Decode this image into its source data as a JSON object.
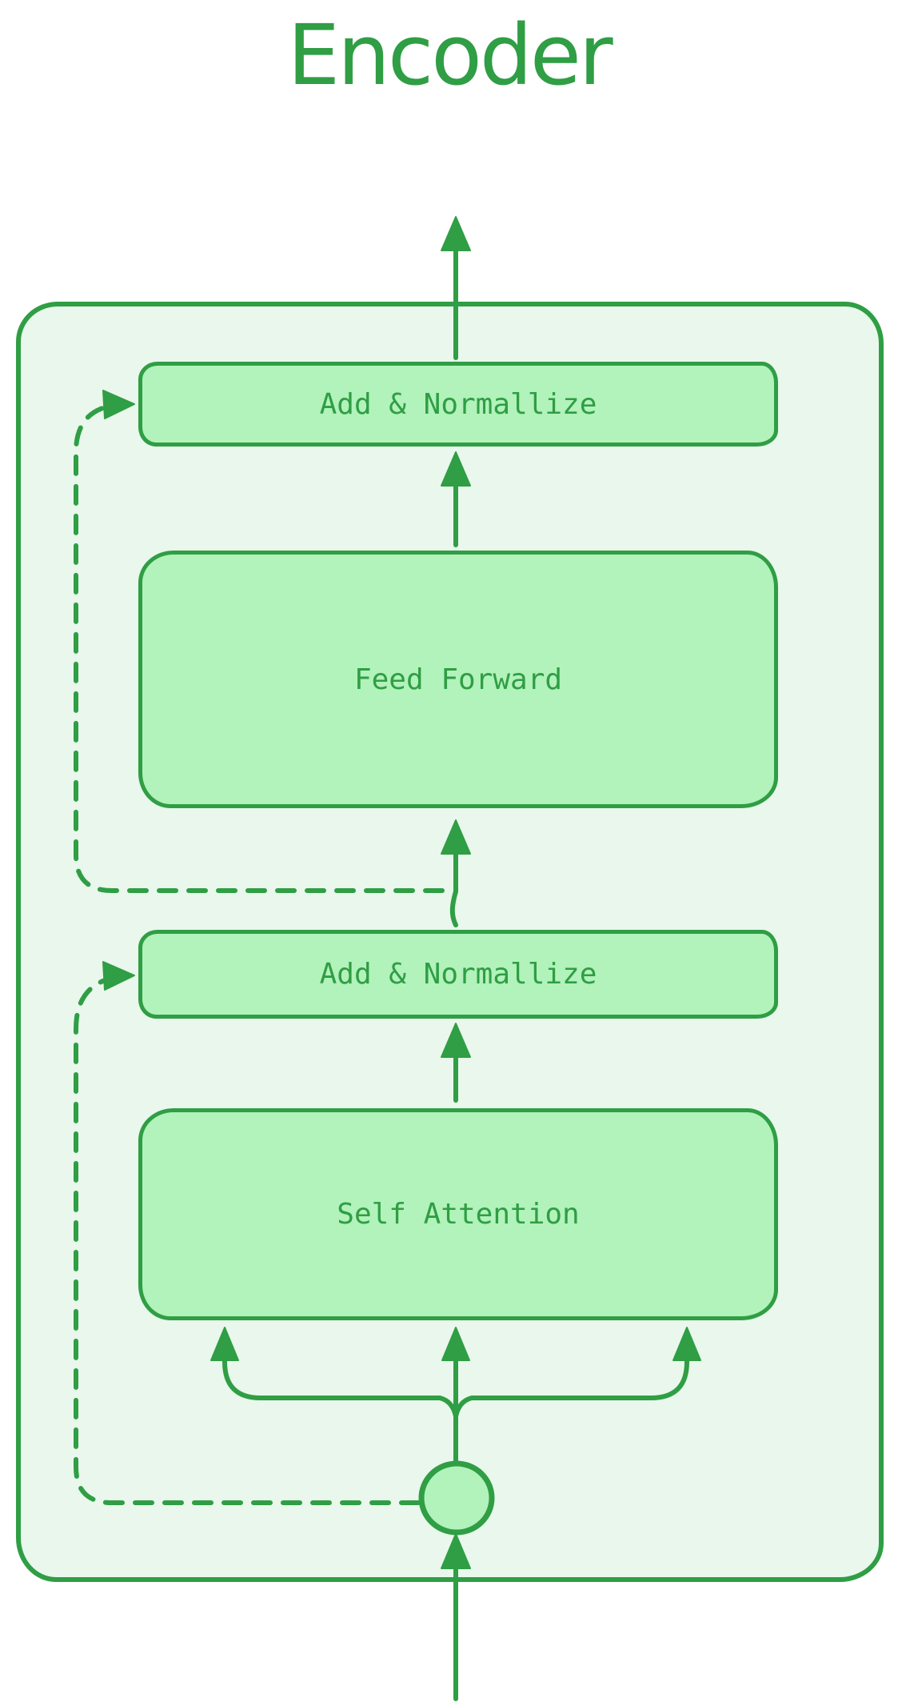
{
  "title": "Encoder",
  "nodes": [
    {
      "id": "add-normalize-top",
      "label": "Add & Normallize"
    },
    {
      "id": "feed-forward",
      "label": "Feed Forward"
    },
    {
      "id": "add-normalize-bottom",
      "label": "Add & Normallize"
    },
    {
      "id": "self-attention",
      "label": "Self Attention"
    }
  ],
  "edges": [
    {
      "from": "input",
      "to": "input-junction-circle",
      "style": "solid-arrow"
    },
    {
      "from": "input-junction-circle",
      "to": "self-attention",
      "style": "solid-arrow",
      "branches": 3
    },
    {
      "from": "self-attention",
      "to": "add-normalize-bottom",
      "style": "solid-arrow"
    },
    {
      "from": "add-normalize-bottom",
      "to": "feed-forward",
      "style": "solid-arrow"
    },
    {
      "from": "feed-forward",
      "to": "add-normalize-top",
      "style": "solid-arrow"
    },
    {
      "from": "add-normalize-top",
      "to": "output",
      "style": "solid-arrow"
    },
    {
      "from": "input-junction-circle",
      "to": "add-normalize-bottom",
      "style": "dashed-skip-arrow"
    },
    {
      "from": "add-normalize-bottom-output",
      "to": "add-normalize-top",
      "style": "dashed-skip-arrow"
    }
  ],
  "colors": {
    "stroke": "#2f9e44",
    "node_fill": "#b2f2bb",
    "frame_fill": "#e9f7ec",
    "page_background": "#ffffff"
  }
}
